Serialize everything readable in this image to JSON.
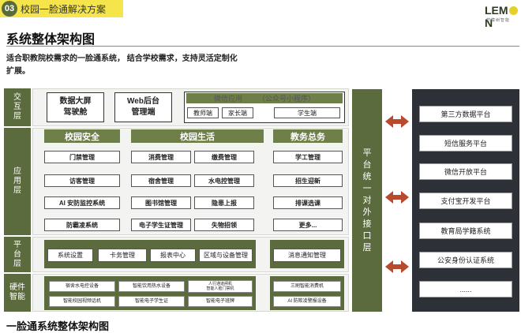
{
  "header": {
    "number": "03",
    "title": "校园一脸通解决方案",
    "logo_left": "LEM",
    "logo_right": "N",
    "logo_sub": "柠檬树智能"
  },
  "section_title": "系统整体架构图",
  "intro": "适合职教院校需求的一脸通系统， 结合学校需求，支持灵活定制化扩展。",
  "layers": {
    "interaction": "交互层",
    "application": "应用层",
    "platform": "平台层",
    "hardware": "硬件智能"
  },
  "interaction": {
    "bigscreen": "数据大屏\n驾驶舱",
    "web_admin": "Web后台\n管理端",
    "wechat_title": "微信应用",
    "wechat_sub": "（公众号小程序）",
    "teacher": "教师端",
    "parent": "家长端",
    "student": "学生端"
  },
  "application": {
    "security": {
      "title": "校园安全",
      "items": [
        "门禁管理",
        "访客管理",
        "AI 安防监控系统",
        "防霸凌系统"
      ]
    },
    "life": {
      "title": "校园生活",
      "left": [
        "消费管理",
        "宿舍管理",
        "图书馆管理",
        "电子学生证管理"
      ],
      "right": [
        "缴费管理",
        "水电控管理",
        "隐患上报",
        "失物招领"
      ]
    },
    "academic": {
      "title": "教务总务",
      "items": [
        "学工管理",
        "招生迎新",
        "排课选课",
        "更多..."
      ]
    }
  },
  "platform": {
    "items": [
      "系统设置",
      "卡务管理",
      "报表中心",
      "区域与设备管理",
      "消息通知管理"
    ]
  },
  "hardware": {
    "items": [
      "宿舍水电控设备",
      "智能饮用热水设备",
      "人行通道闸机\n智能人脸门禁机",
      "三刷智能消费机",
      "智能校园视频话机",
      "智能电子学生证",
      "智能电子班牌",
      "AI 防欺凌警报设备"
    ]
  },
  "platform_vertical": "平台统一对外接口层",
  "external": [
    "第三方数据平台",
    "短信服务平台",
    "微信开放平台",
    "支付宝开发平台",
    "教育局学籍系统",
    "公安身份认证系统",
    "......"
  ],
  "footer": "一脸通系统整体架构图",
  "colors": {
    "olive": "#5b6b3d",
    "dark_panel": "#2d3037",
    "arrow": "#b84a2e",
    "header_yellow": "#f5e44a"
  }
}
